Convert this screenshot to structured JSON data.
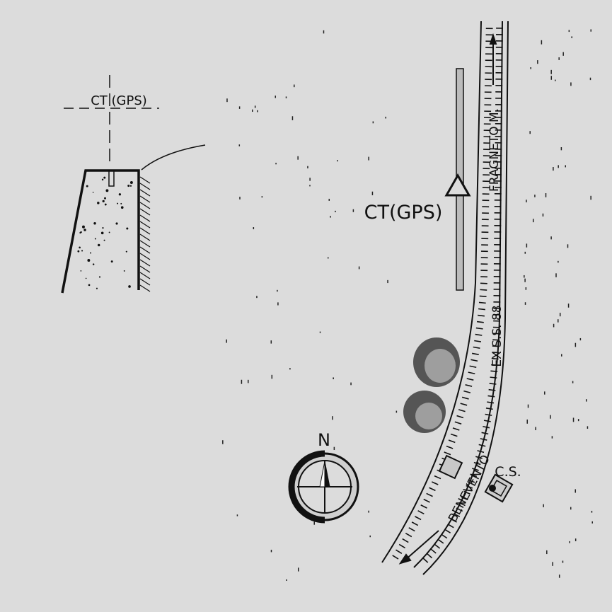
{
  "detail": {
    "label": "CT (GPS)"
  },
  "map": {
    "station_label": "CT(GPS)",
    "road_north": "FRAGNETO M.",
    "road_name": "EX S.S. 88",
    "road_south": "BENEVENTO",
    "house_label": "C.S.",
    "north_label": "N"
  },
  "colors": {
    "background": "#dcdcdc",
    "ink": "#111111"
  }
}
